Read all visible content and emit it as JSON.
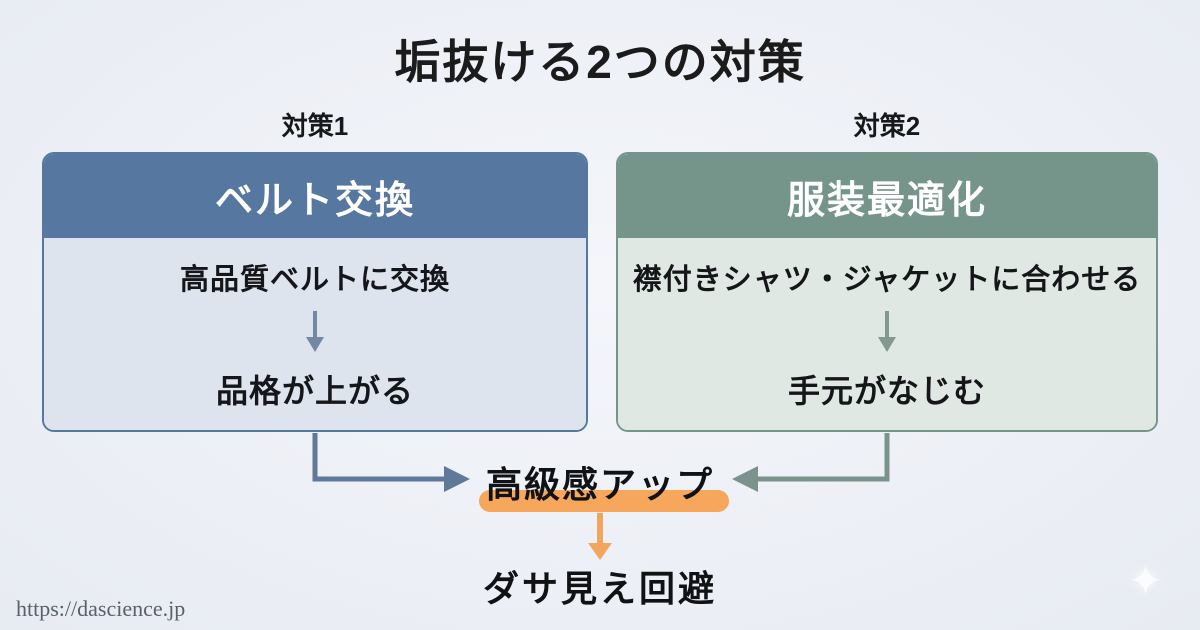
{
  "page": {
    "title": "垢抜ける2つの対策",
    "watermark": "https://dascience.jp",
    "sparkle_icon": "✦"
  },
  "strategy1": {
    "label": "対策1",
    "header": "ベルト交換",
    "step1": "高品質ベルトに交換",
    "step2": "品格が上がる"
  },
  "strategy2": {
    "label": "対策2",
    "header": "服装最適化",
    "step1": "襟付きシャツ・ジャケットに合わせる",
    "step2": "手元がなじむ"
  },
  "outcome": {
    "highlight": "高級感アップ",
    "final": "ダサ見え回避"
  },
  "colors": {
    "background": "#edf0f6",
    "card1_header": "#56779f",
    "card1_body": "#dde4ee",
    "card2_header": "#76958a",
    "card2_body": "#dfe8e2",
    "connector_left": "#60789a",
    "connector_right": "#7a948b",
    "highlight_orange": "#f6a75c",
    "text": "#15161a"
  }
}
